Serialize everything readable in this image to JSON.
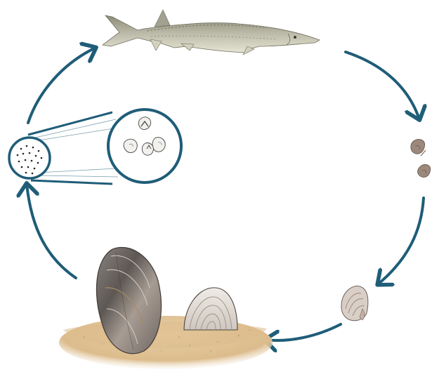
{
  "colors": {
    "arrow": "#1f5d78",
    "sturgeon_body": "#b9b8a6",
    "sturgeon_belly": "#e4e2cf",
    "sturgeon_back": "#8b8a78",
    "shell_dark": "#6b6560",
    "shell_light": "#b9b2ab",
    "shell_inner": "#ece8e2",
    "sand": "#e0c49a",
    "sand_dark": "#c9a877",
    "larva": "#8c7b70",
    "juvenile": "#a89890"
  },
  "stages": [
    {
      "id": "adult-sturgeon",
      "icon": "sturgeon-icon"
    },
    {
      "id": "larvae-on-fish",
      "icon": "glochidia-larvae-icon"
    },
    {
      "id": "juvenile-mussel",
      "icon": "juvenile-mussel-icon"
    },
    {
      "id": "adult-mussels",
      "icon": "adult-mussel-icon"
    },
    {
      "id": "egg-mass-magnified",
      "icon": "egg-mass-icon"
    }
  ]
}
